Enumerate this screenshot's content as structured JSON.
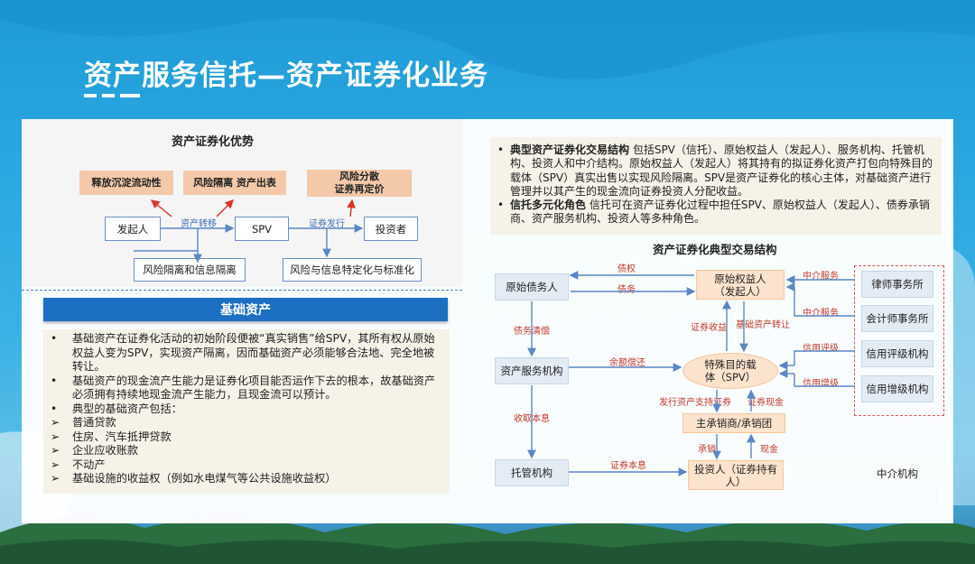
{
  "title": "资产服务信托—资产证券化业务",
  "left": {
    "section_title": "资产证券化优势",
    "tan_boxes": [
      "释放沉淀流动性",
      "风险隔离 资产出表",
      "风险分散\n证券再定价"
    ],
    "nodes": {
      "originator": "发起人",
      "spv": "SPV",
      "investor": "投资者",
      "risk_isolation": "风险隔离和信息隔离",
      "standardization": "风险与信息特定化与标准化"
    },
    "arrow_labels": {
      "transfer": "资产转移",
      "issue": "证券发行"
    }
  },
  "basic_assets": {
    "header": "基础资产",
    "items": [
      {
        "bullet": "•",
        "text": "基础资产在证券化活动的初始阶段便被“真实销售”给SPV，其所有权从原始权益人变为SPV，实现资产隔离，因而基础资产必须能够合法地、完全地被转让。"
      },
      {
        "bullet": "•",
        "text": "基础资产的现金流产生能力是证券化项目能否运作下去的根本，故基础资产必须拥有持续地现金流产生能力，且现金流可以预计。"
      },
      {
        "bullet": "•",
        "text": "典型的基础资产包括："
      },
      {
        "bullet": "➢",
        "text": "普通贷款"
      },
      {
        "bullet": "➢",
        "text": "住房、汽车抵押贷款"
      },
      {
        "bullet": "➢",
        "text": "企业应收账款"
      },
      {
        "bullet": "➢",
        "text": "不动产"
      },
      {
        "bullet": "➢",
        "text": "基础设施的收益权（例如水电煤气等公共设施收益权）"
      }
    ]
  },
  "right_text": {
    "items": [
      {
        "bullet": "•",
        "bold": "典型资产证券化交易结构",
        "text": " 包括SPV（信托）、原始权益人（发起人）、服务机构、托管机构、投资人和中介结构。原始权益人（发起人）将其持有的拟证券化资产打包向特殊目的载体（SPV）真实出售以实现风险隔离。SPV是资产证券化的核心主体，对基础资产进行管理并以其产生的现金流向证券投资人分配收益。"
      },
      {
        "bullet": "•",
        "bold": "信托多元化角色",
        "text": " 信托可在资产证券化过程中担任SPV、原始权益人（发起人）、债券承销商、资产服务机构、投资人等多种角色。"
      }
    ]
  },
  "structure": {
    "title": "资产证券化典型交易结构",
    "nodes": {
      "original_debtor": "原始债务人",
      "originator": "原始权益人\n（发起人）",
      "servicer": "资产服务机构",
      "spv": "特殊目的载\n体（SPV）",
      "underwriter": "主承销商/承销团",
      "custodian": "托管机构",
      "investor": "投资人（证券持有\n人）",
      "law_firm": "律师事务所",
      "accounting_firm": "会计师事务所",
      "rating_agency": "信用评级机构",
      "credit_enhancer": "信用增级机构",
      "intermediaries": "中介机构"
    },
    "labels": {
      "claim": "债权",
      "debt": "债务",
      "debt_repay": "债务清偿",
      "collect": "收取本息",
      "balance_repay": "余额偿还",
      "sec_income": "证券收益",
      "asset_transfer": "基础资产转让",
      "issue_asset_backed": "发行资产支持证券",
      "sec_cash": "证券现金",
      "underwrite": "承销",
      "cash": "现金",
      "principal_interest": "证券本息",
      "svc1": "中介服务",
      "svc2": "中介服务",
      "rating": "信用评级",
      "enhance": "信用增级"
    }
  }
}
